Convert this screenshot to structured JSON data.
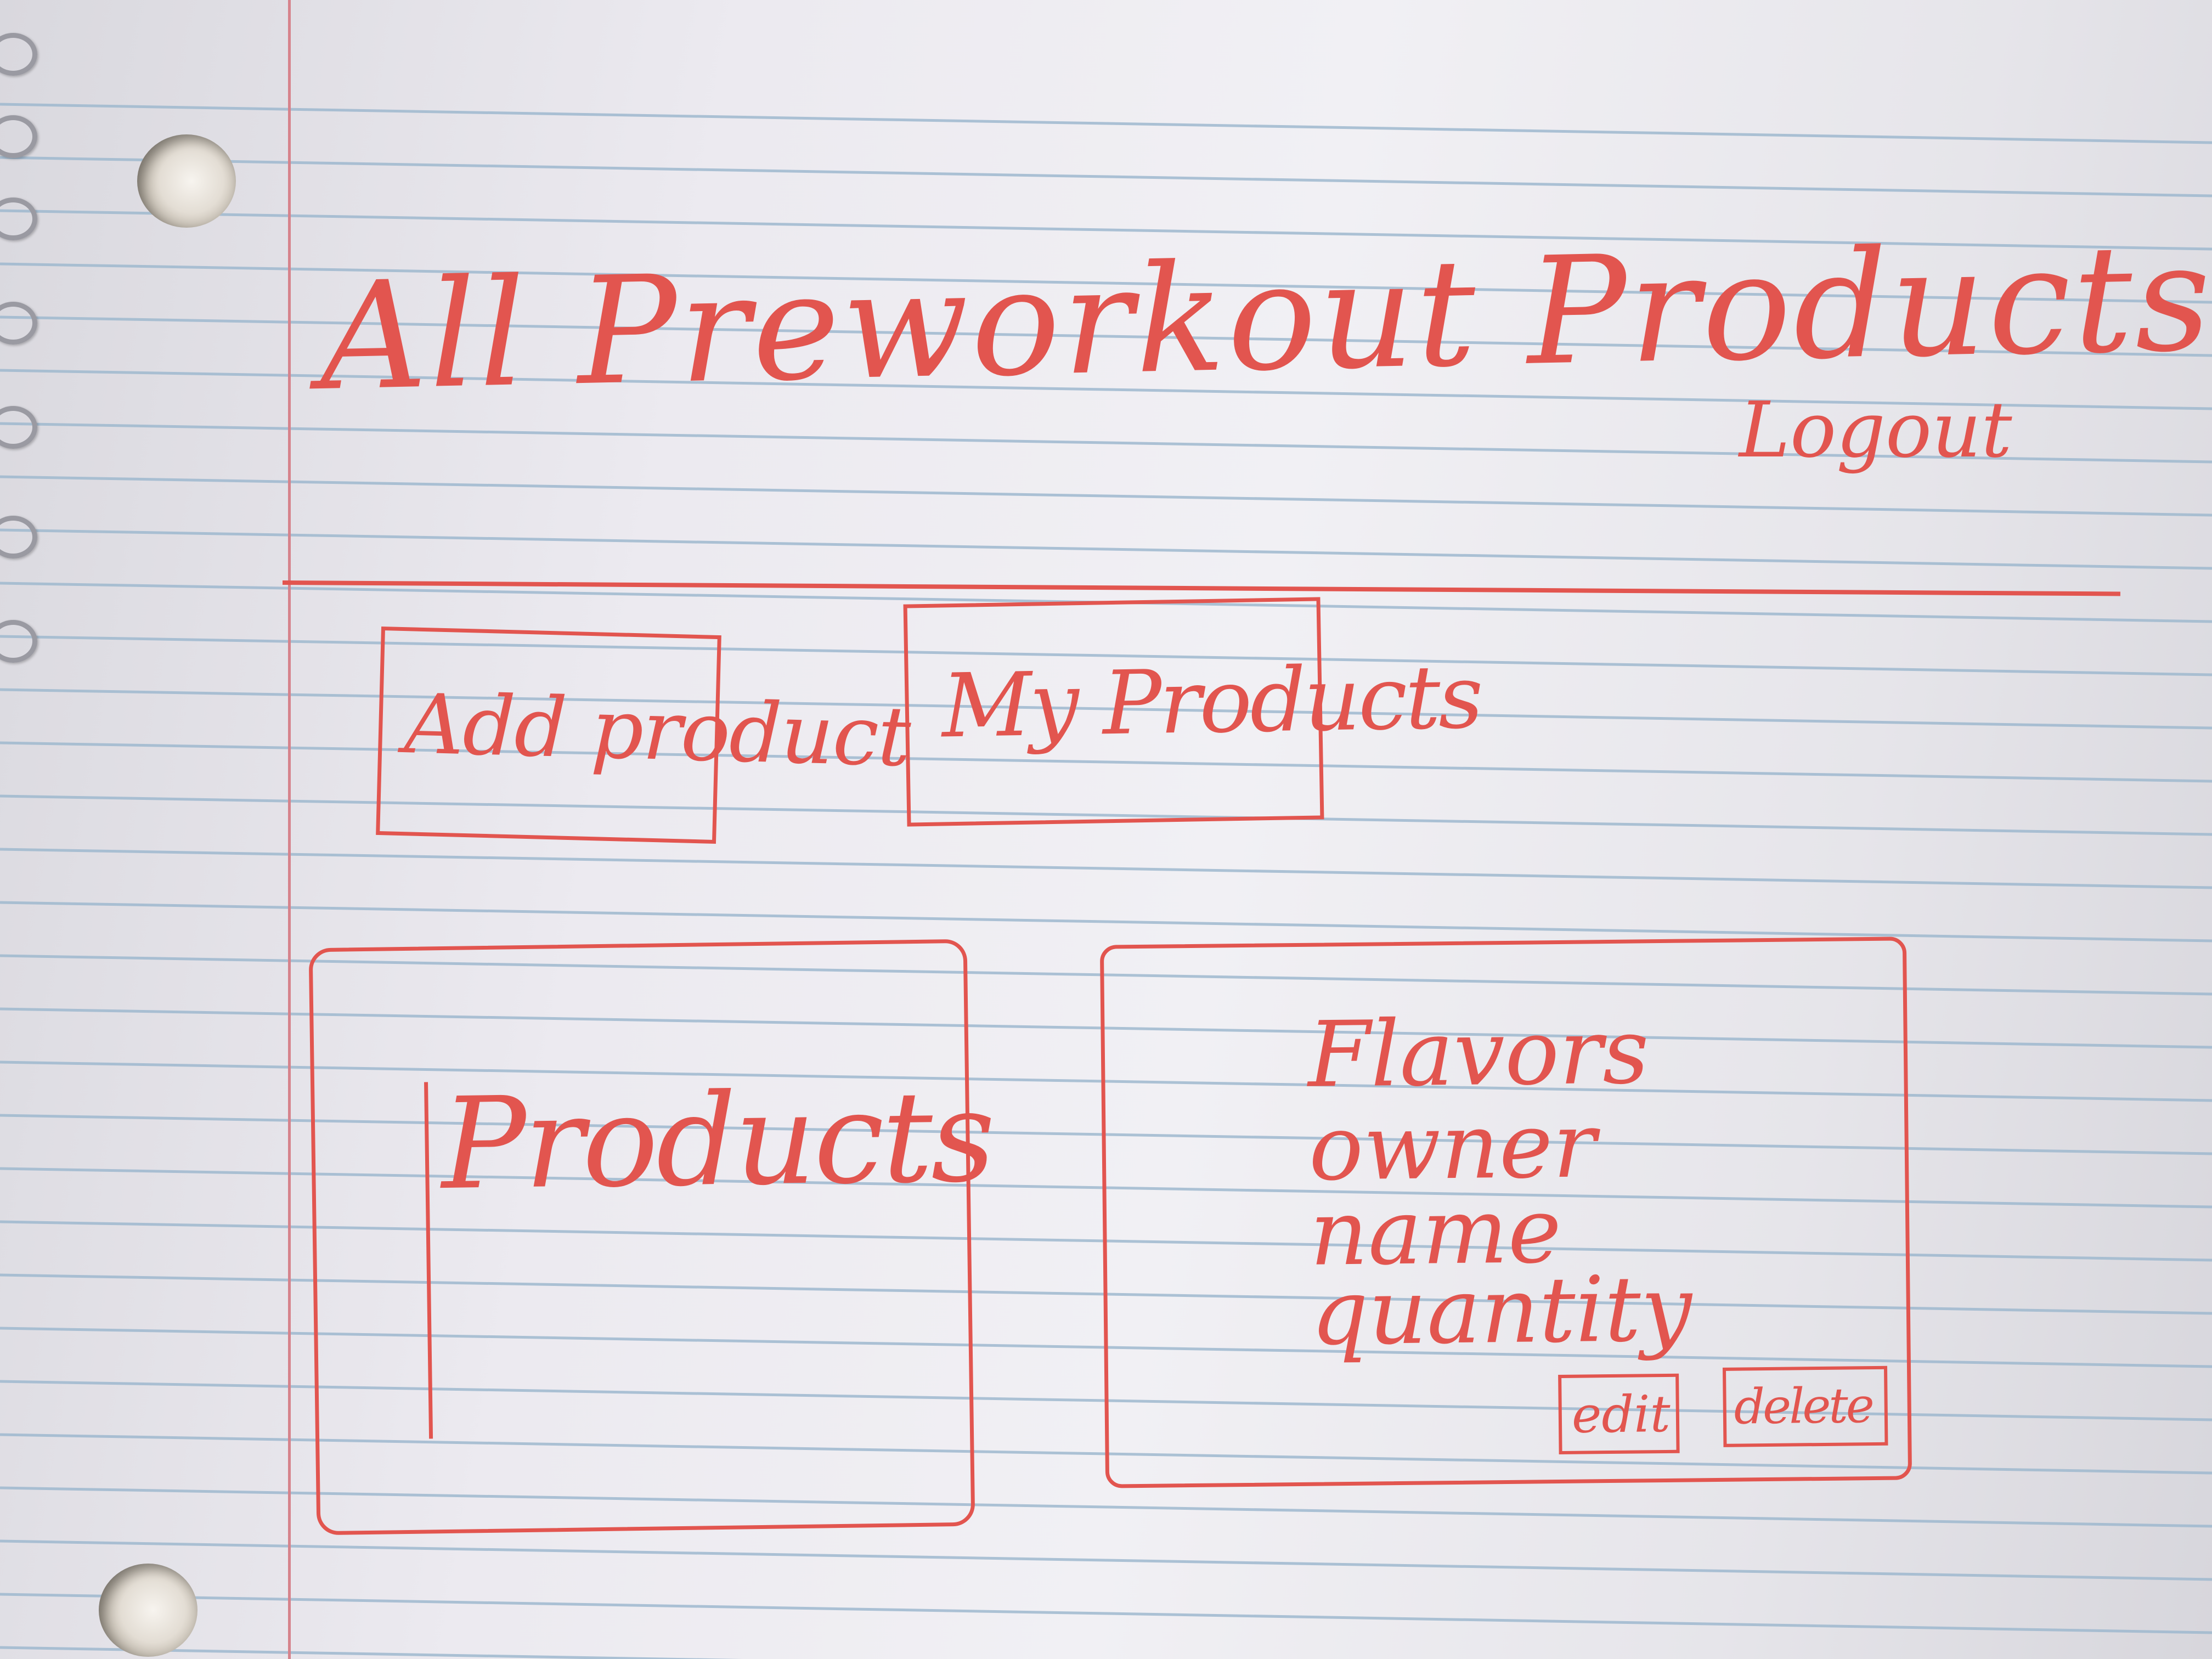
{
  "header": {
    "title": "All Preworkout Products",
    "logout_label": "Logout"
  },
  "actions": {
    "add_product_label": "Add product",
    "my_products_label": "My Products"
  },
  "products_panel": {
    "title": "Products"
  },
  "detail_card": {
    "fields": [
      "Flavors",
      "owner",
      "name",
      "quantity"
    ],
    "edit_label": "edit",
    "delete_label": "delete"
  },
  "colors": {
    "ink": "#e2554f",
    "paper": "#eceaf0",
    "rule_line": "#9fb9cf",
    "margin_line": "#d6838c"
  }
}
